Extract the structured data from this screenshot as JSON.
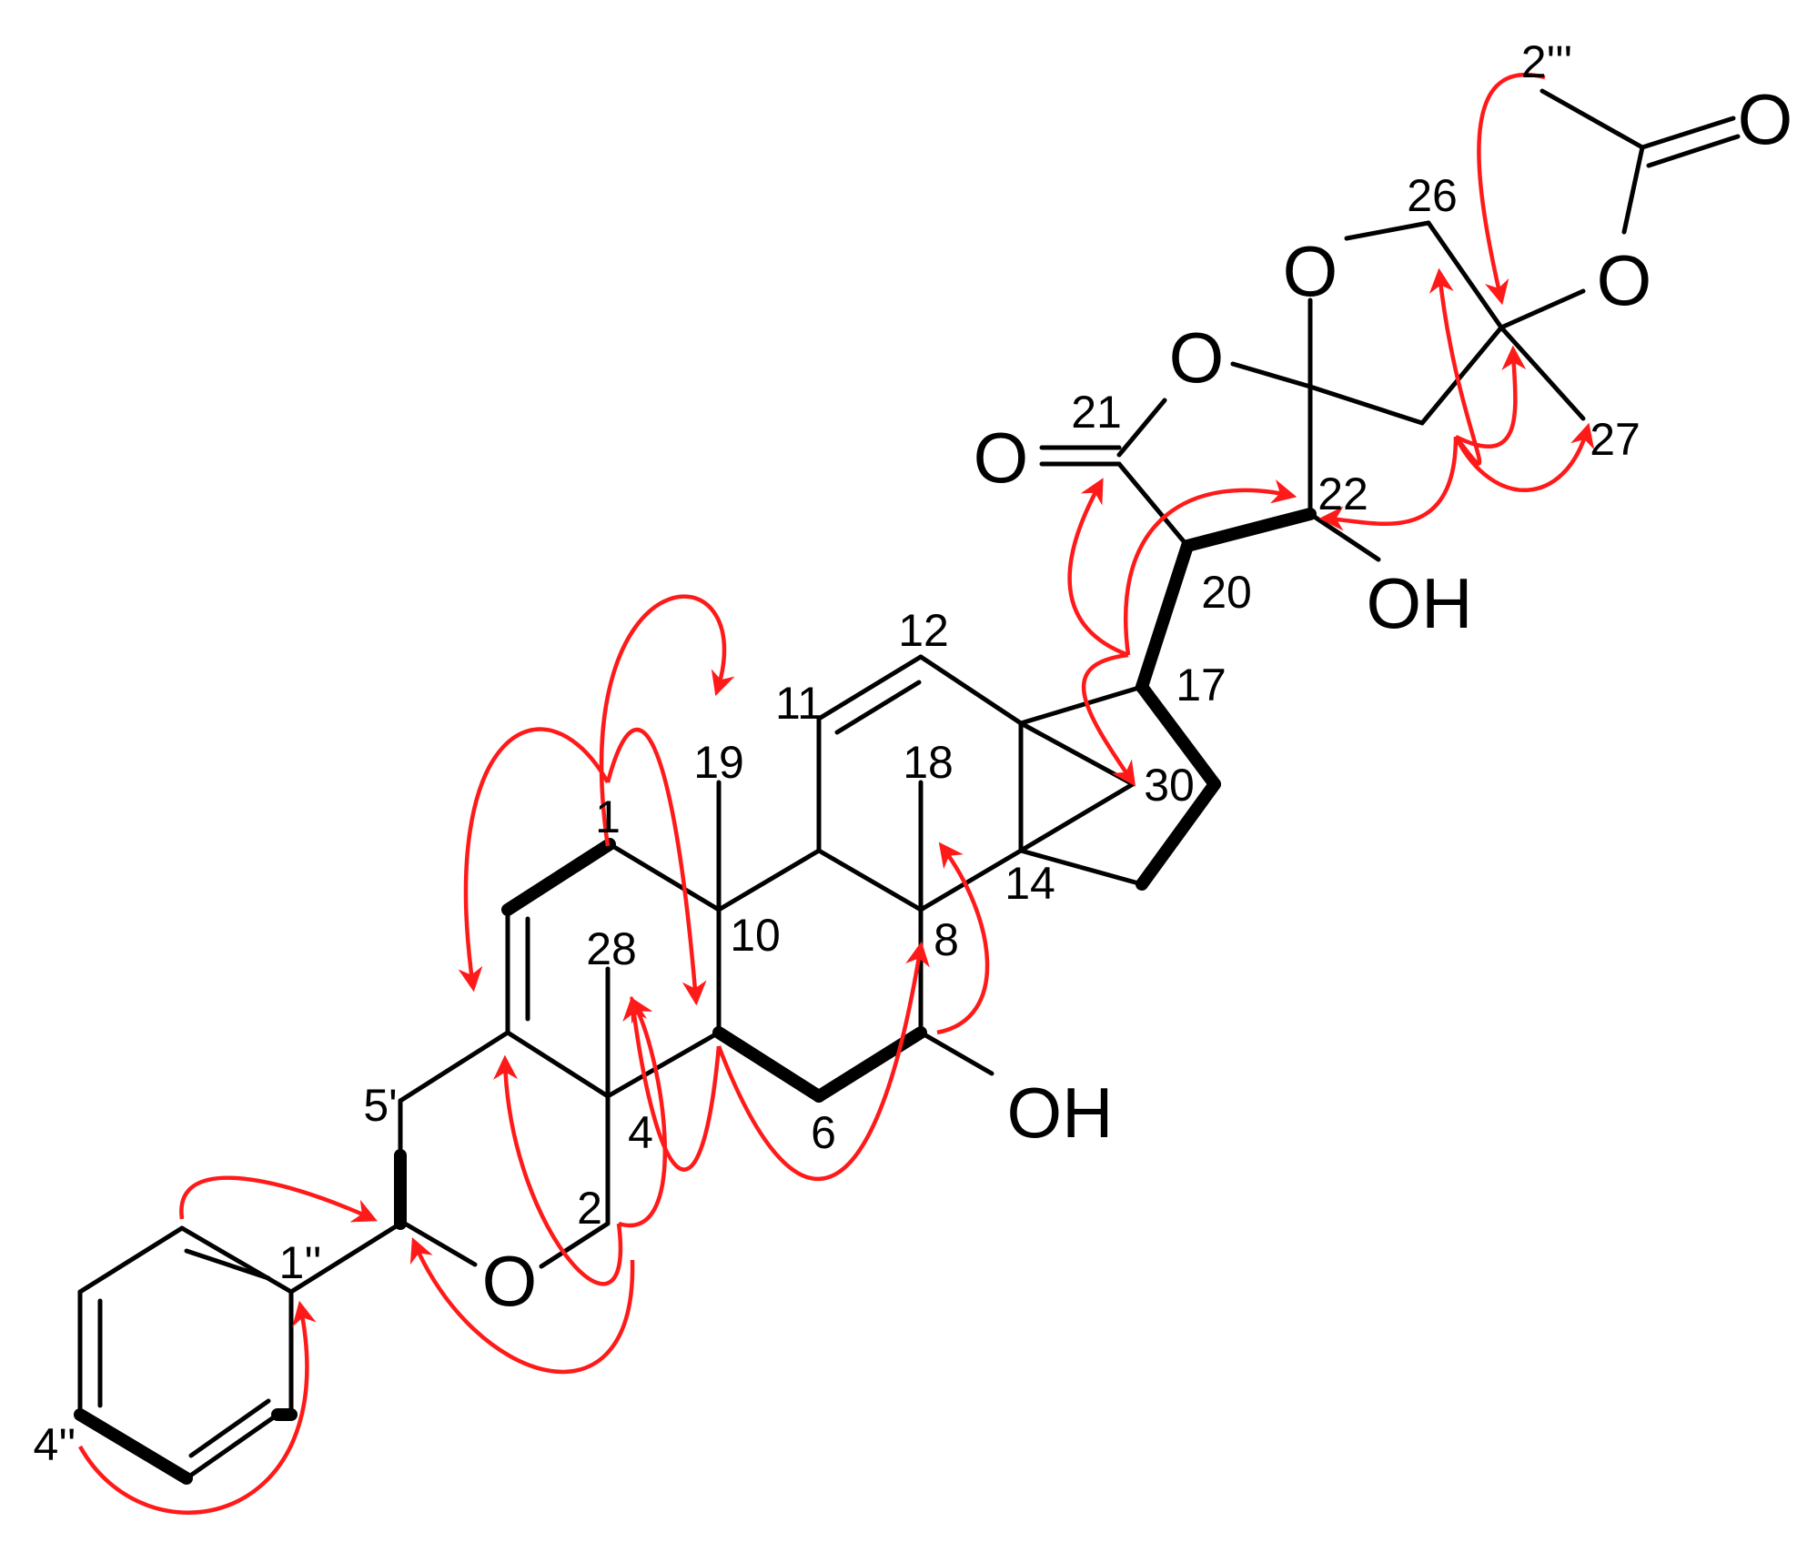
{
  "figure": {
    "atom_labels": [
      "1",
      "2",
      "4",
      "5'",
      "6",
      "8",
      "10",
      "11",
      "12",
      "14",
      "17",
      "18",
      "19",
      "20",
      "21",
      "22",
      "26",
      "27",
      "28",
      "30",
      "1''",
      "4''",
      "2'''"
    ],
    "heteroatom_labels": [
      "O",
      "O",
      "O",
      "O",
      "O",
      "O",
      "OH",
      "OH"
    ]
  },
  "colors": {
    "bond": "#000000",
    "correlation_arrow": "#ff1a1a",
    "background": "#ffffff"
  }
}
